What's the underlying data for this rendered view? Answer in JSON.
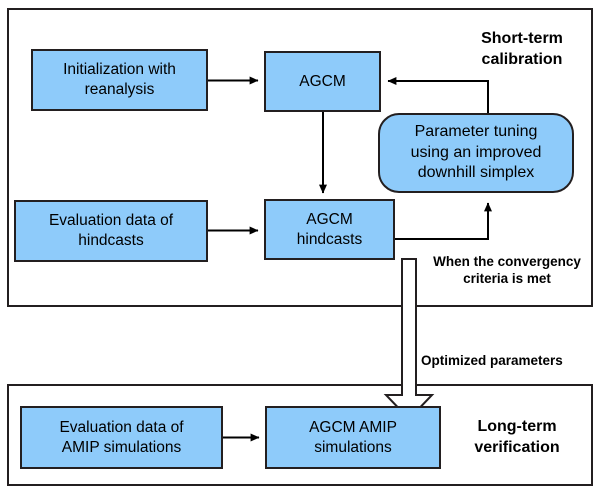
{
  "diagram": {
    "title_visible": false,
    "colors": {
      "node_fill": "#8ecbfa",
      "stroke": "#231f20",
      "background": "#ffffff",
      "text": "#000000"
    },
    "panels": [
      {
        "id": "short-term",
        "label": "Short-term\ncalibration",
        "label_line1": "Short-term",
        "label_line2": "calibration"
      },
      {
        "id": "long-term",
        "label": "Long-term\nverification",
        "label_line1": "Long-term",
        "label_line2": "verification"
      }
    ],
    "nodes": [
      {
        "id": "initialization",
        "shape": "rect",
        "line1": "Initialization with",
        "line2": "reanalysis"
      },
      {
        "id": "agcm",
        "shape": "rect",
        "line1": "AGCM",
        "line2": ""
      },
      {
        "id": "evaluation-hindcasts",
        "shape": "rect",
        "line1": "Evaluation data of",
        "line2": "hindcasts"
      },
      {
        "id": "agcm-hindcasts",
        "shape": "rect",
        "line1": "AGCM",
        "line2": "hindcasts"
      },
      {
        "id": "parameter-tuning",
        "shape": "rounded-rect",
        "line1": "Parameter tuning",
        "line2": "using an improved",
        "line3": "downhill simplex"
      },
      {
        "id": "evaluation-amip",
        "shape": "rect",
        "line1": "Evaluation data of",
        "line2": "AMIP simulations"
      },
      {
        "id": "agcm-amip",
        "shape": "rect",
        "line1": "AGCM AMIP",
        "line2": "simulations"
      }
    ],
    "edge_labels": [
      {
        "id": "convergency",
        "line1": "When the convergency",
        "line2": "criteria is met"
      },
      {
        "id": "optimized",
        "line1": "Optimized parameters",
        "line2": ""
      }
    ]
  }
}
